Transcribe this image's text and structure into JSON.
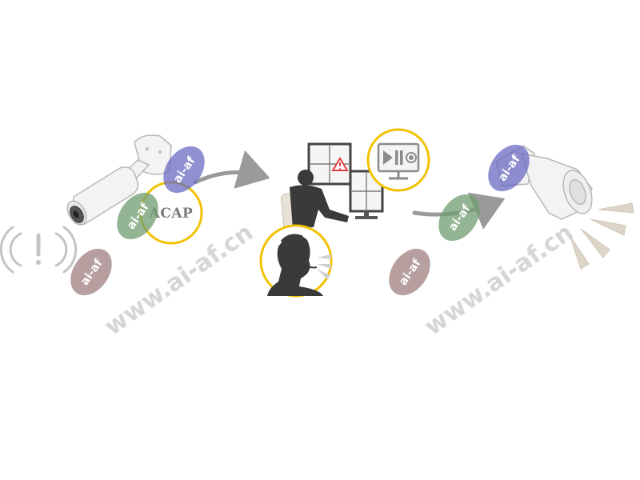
{
  "acap_label": "ACAP",
  "watermark": {
    "url_text": "www.ai-af.cn",
    "badge_text": "ai-af",
    "badge_colors": {
      "mauve": "#a07f7f",
      "green": "#6f9c6f",
      "blue": "#6a6ac2"
    }
  },
  "colors": {
    "highlight_ring": "#f2c200",
    "arrow": "#9a9a9a",
    "silhouette": "#3a3a3a",
    "device_white": "#f3f3f3",
    "device_outline": "#b8b8b8"
  },
  "icons": {
    "alert": "exclamation-in-wave-icon",
    "warning": "warning-triangle-icon",
    "media": "play-pause-record-icon",
    "sound": "sound-waves-icon"
  }
}
